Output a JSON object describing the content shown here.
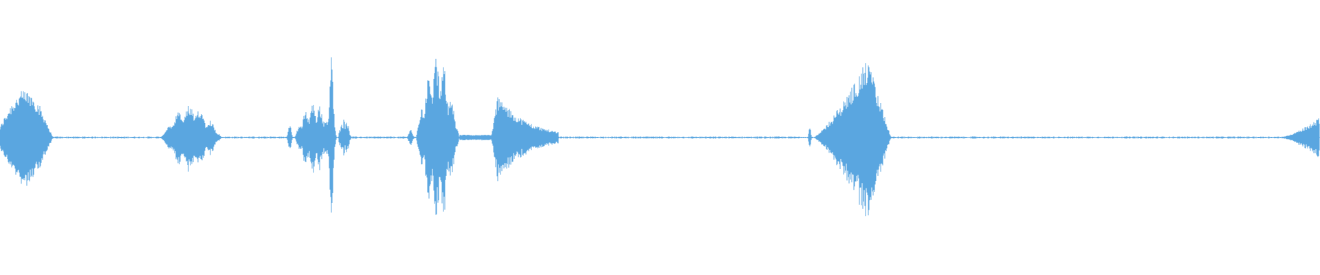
{
  "waveform": {
    "color": "#5aa6e0",
    "background": "#ffffff",
    "duration_units": 1.0,
    "baseline_amplitude": 0.006,
    "segments": [
      {
        "start": 0.0,
        "end": 0.04,
        "peak": 0.45,
        "shape": "dome"
      },
      {
        "start": 0.122,
        "end": 0.168,
        "peak": 0.28,
        "shape": "choppy"
      },
      {
        "start": 0.216,
        "end": 0.223,
        "peak": 0.12,
        "shape": "spike"
      },
      {
        "start": 0.223,
        "end": 0.253,
        "peak": 0.3,
        "shape": "choppy"
      },
      {
        "start": 0.246,
        "end": 0.256,
        "peak": 0.7,
        "shape": "spike"
      },
      {
        "start": 0.256,
        "end": 0.266,
        "peak": 0.18,
        "shape": "choppy"
      },
      {
        "start": 0.307,
        "end": 0.315,
        "peak": 0.08,
        "shape": "spike"
      },
      {
        "start": 0.315,
        "end": 0.348,
        "peak": 0.68,
        "shape": "choppy"
      },
      {
        "start": 0.348,
        "end": 0.372,
        "peak": 0.04,
        "shape": "flat"
      },
      {
        "start": 0.372,
        "end": 0.423,
        "peak": 0.36,
        "shape": "decay"
      },
      {
        "start": 0.611,
        "end": 0.616,
        "peak": 0.1,
        "shape": "spike"
      },
      {
        "start": 0.616,
        "end": 0.675,
        "peak": 0.68,
        "shape": "grow-decay"
      },
      {
        "start": 0.968,
        "end": 1.0,
        "peak": 0.18,
        "shape": "rise"
      }
    ]
  }
}
